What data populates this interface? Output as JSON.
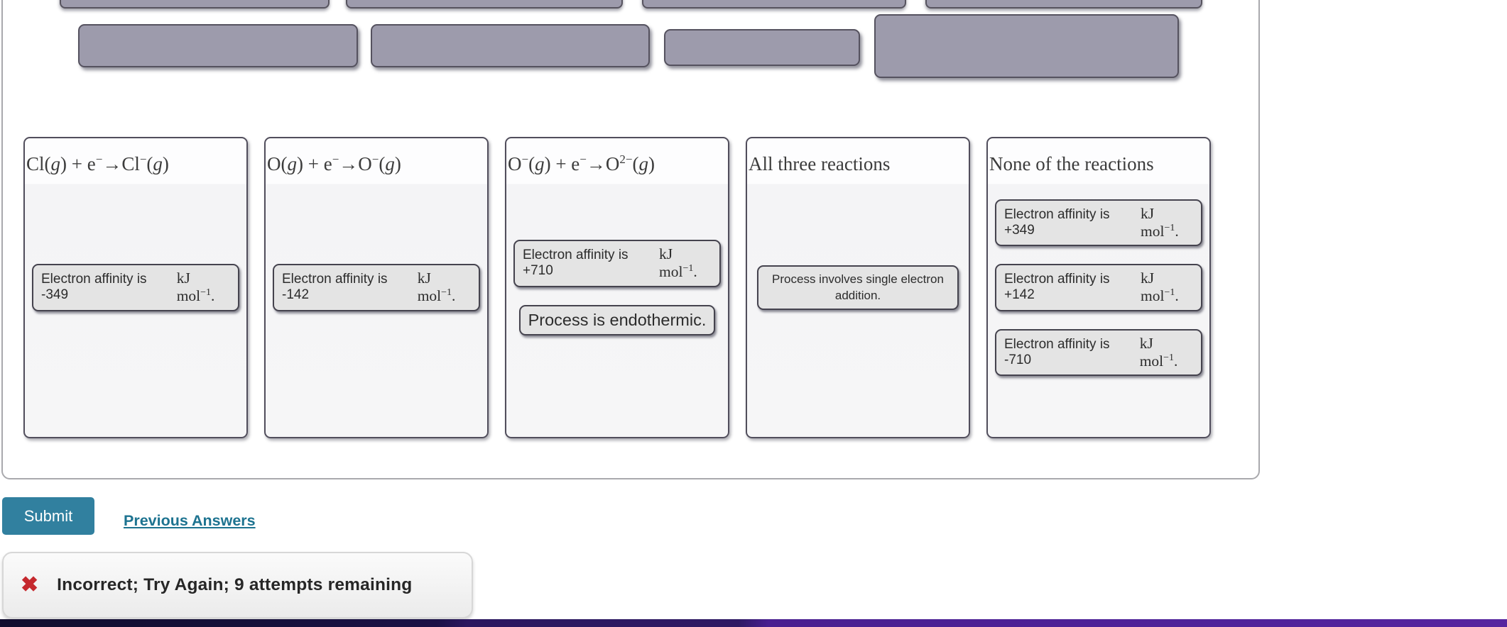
{
  "page": {
    "submit_label": "Submit",
    "previous_answers_label": "Previous Answers",
    "feedback": {
      "icon": "x-mark",
      "text": "Incorrect; Try Again; 9 attempts remaining"
    },
    "colors": {
      "submit_teal": "#31809f",
      "link_teal": "#1d7390",
      "error_red": "#c5292e",
      "chip_gray": "#9d9bac",
      "footer_purple_dark": "#110d2e",
      "footer_purple_bright": "#57259f"
    },
    "blank_answer_chips": 4,
    "cutoff_answer_chips": 4
  },
  "bins": [
    {
      "id": "cl-g",
      "header": [
        [
          "Cl("
        ],
        [
          "g",
          "i"
        ],
        [
          ") + e"
        ],
        [
          "−",
          "sup"
        ],
        [
          "→Cl"
        ],
        [
          "−",
          "sup"
        ],
        [
          "("
        ],
        [
          "g",
          "i"
        ],
        [
          ")"
        ]
      ],
      "chips": [
        {
          "sans": "Electron affinity is -349",
          "math": [
            [
              "kJ mol"
            ],
            [
              "−1",
              "sup"
            ],
            [
              "."
            ]
          ],
          "variant": "affinity"
        }
      ]
    },
    {
      "id": "o-g",
      "header": [
        [
          "O("
        ],
        [
          "g",
          "i"
        ],
        [
          ") + e"
        ],
        [
          "−",
          "sup"
        ],
        [
          "→O"
        ],
        [
          "−",
          "sup"
        ],
        [
          "("
        ],
        [
          "g",
          "i"
        ],
        [
          ")"
        ]
      ],
      "chips": [
        {
          "sans": "Electron affinity is -142",
          "math": [
            [
              "kJ mol"
            ],
            [
              "−1",
              "sup"
            ],
            [
              "."
            ]
          ],
          "variant": "affinity"
        }
      ]
    },
    {
      "id": "o-minus-g",
      "header": [
        [
          "O"
        ],
        [
          "−",
          "sup"
        ],
        [
          "("
        ],
        [
          "g",
          "i"
        ],
        [
          ") + e"
        ],
        [
          "−",
          "sup"
        ],
        [
          "→O"
        ],
        [
          "2−",
          "sup"
        ],
        [
          "("
        ],
        [
          "g",
          "i"
        ],
        [
          ")"
        ]
      ],
      "chips": [
        {
          "sans": "Electron affinity is +710",
          "math": [
            [
              "kJ mol"
            ],
            [
              "−1",
              "sup"
            ],
            [
              "."
            ]
          ],
          "variant": "affinity"
        },
        {
          "sans": "Process is endothermic.",
          "variant": "large"
        }
      ]
    },
    {
      "id": "all-three",
      "header": [
        [
          "All three reactions"
        ]
      ],
      "chips": [
        {
          "sans": "Process involves single electron addition.",
          "variant": "small"
        }
      ]
    },
    {
      "id": "none",
      "header": [
        [
          "None of the reactions"
        ]
      ],
      "chips": [
        {
          "sans": "Electron affinity is +349",
          "math": [
            [
              "kJ mol"
            ],
            [
              "−1",
              "sup"
            ],
            [
              "."
            ]
          ],
          "variant": "affinity"
        },
        {
          "sans": "Electron affinity is +142",
          "math": [
            [
              "kJ mol"
            ],
            [
              "−1",
              "sup"
            ],
            [
              "."
            ]
          ],
          "variant": "affinity"
        },
        {
          "sans": "Electron affinity is -710",
          "math": [
            [
              "kJ mol"
            ],
            [
              "−1",
              "sup"
            ],
            [
              "."
            ]
          ],
          "variant": "affinity"
        }
      ]
    }
  ]
}
